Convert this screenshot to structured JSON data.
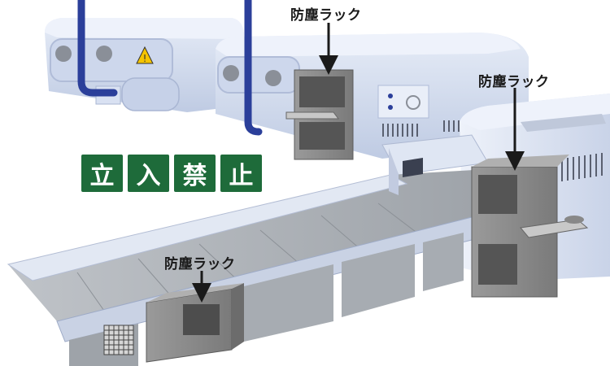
{
  "labels": {
    "rack_top": "防塵ラック",
    "rack_right": "防塵ラック",
    "rack_bottom": "防塵ラック"
  },
  "sign": {
    "chars": [
      "立",
      "入",
      "禁",
      "止"
    ],
    "color": "#1e6b3a"
  },
  "colors": {
    "machine_body": "#d8e0f0",
    "machine_shadow": "#b5c2dc",
    "rack": "#8c8c8c",
    "pipe": "#2b3f9a",
    "warning": "#f5c400"
  }
}
